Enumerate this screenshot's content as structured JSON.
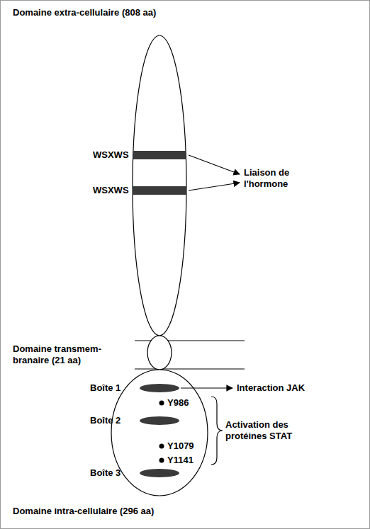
{
  "diagram": {
    "labels": [
      "Domaine extra-cellulaire (808 aa)",
      "WSXWS",
      "WSXWS",
      "Liaison de l'hormone",
      "Domaine transmem- branaire (21 aa)",
      "Boîte 1",
      "Interaction JAK",
      "Y986",
      "Boîte 2",
      "Y1079",
      "Y1141",
      "Activation des protéines STAT",
      "Boîte 3",
      "Domaine intra-cellulaire (296 aa)"
    ]
  }
}
